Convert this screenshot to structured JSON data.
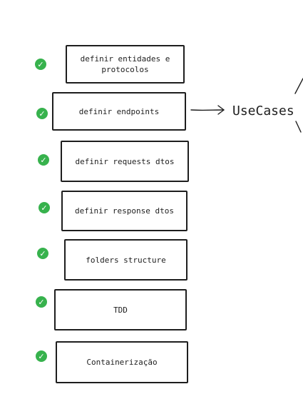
{
  "tasks": [
    {
      "id": "entidades",
      "label": "definir entidades e protocolos",
      "checked": true
    },
    {
      "id": "endpoints",
      "label": "definir endpoints",
      "checked": true
    },
    {
      "id": "requests",
      "label": "definir requests dtos",
      "checked": true
    },
    {
      "id": "response",
      "label": "definir response dtos",
      "checked": true
    },
    {
      "id": "folders",
      "label": "folders structure",
      "checked": true
    },
    {
      "id": "tdd",
      "label": "TDD",
      "checked": true
    },
    {
      "id": "container",
      "label": "Containerização",
      "checked": true
    }
  ],
  "usecases": {
    "label": "UseCases"
  },
  "colors": {
    "check": "#37b24d",
    "stroke": "#1e1e1e",
    "background": "#ffffff"
  },
  "icons": {
    "check": "check-circle-icon",
    "arrow": "arrow-right-icon"
  }
}
